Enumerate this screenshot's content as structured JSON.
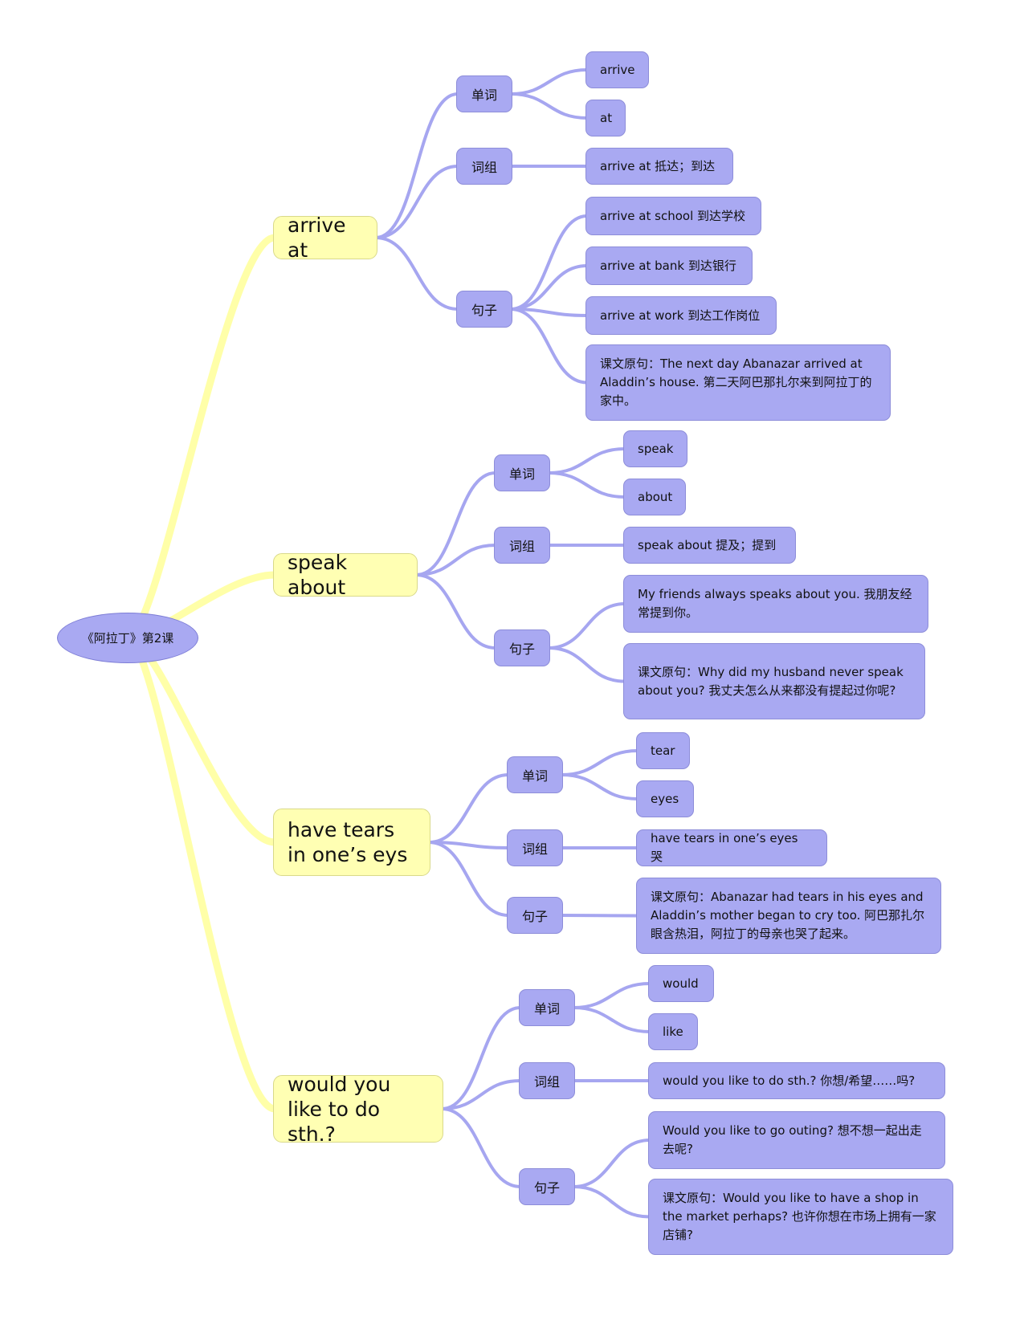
{
  "root": {
    "label": "《阿拉丁》第2课"
  },
  "topics": [
    {
      "label": "arrive at",
      "words_label": "单词",
      "words": [
        "arrive",
        "at"
      ],
      "phrase_label": "词组",
      "phrase": "arrive at 抵达；到达",
      "sentences_label": "句子",
      "sentences": [
        "arrive at school 到达学校",
        "arrive at bank 到达银行",
        "arrive at work 到达工作岗位",
        "课文原句：The next day Abanazar arrived at Aladdin’s house. 第二天阿巴那扎尔来到阿拉丁的家中。"
      ]
    },
    {
      "label": "speak about",
      "words_label": "单词",
      "words": [
        "speak",
        "about"
      ],
      "phrase_label": "词组",
      "phrase": "speak about 提及；提到",
      "sentences_label": "句子",
      "sentences": [
        "My friends always speaks about you. 我朋友经常提到你。",
        "课文原句：Why did my husband never speak about you? 我丈夫怎么从来都没有提起过你呢?"
      ]
    },
    {
      "label": "have tears in one’s eys",
      "words_label": "单词",
      "words": [
        "tear",
        "eyes"
      ],
      "phrase_label": "词组",
      "phrase": "have tears in one’s eyes 哭",
      "sentences_label": "句子",
      "sentences": [
        "课文原句：Abanazar had tears in his eyes and Aladdin’s mother began to cry too. 阿巴那扎尔眼含热泪，阿拉丁的母亲也哭了起来。"
      ]
    },
    {
      "label": "would you like to do sth.?",
      "words_label": "单词",
      "words": [
        "would",
        "like"
      ],
      "phrase_label": "词组",
      "phrase": "would you like to do sth.? 你想/希望……吗?",
      "sentences_label": "句子",
      "sentences": [
        "Would you like to go outing? 想不想一起出走去呢?",
        "课文原句：Would you like to have a shop in the market perhaps? 也许你想在市场上拥有一家店铺?"
      ]
    }
  ],
  "colors": {
    "root_fill": "#a9a9f2",
    "topic_fill": "#ffffb3",
    "node_fill": "#a9a9f2",
    "topic_branch": "#ffffa8",
    "node_branch": "#a6a6f0"
  }
}
